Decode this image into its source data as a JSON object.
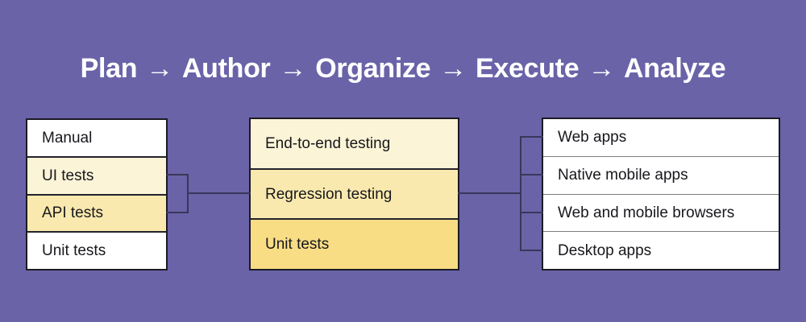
{
  "title": {
    "steps": [
      "Plan",
      "Author",
      "Organize",
      "Execute",
      "Analyze"
    ],
    "arrow": "→"
  },
  "colors": {
    "background": "#6A63A8",
    "title_text": "#FFFFFF",
    "box_border": "#1B1A23",
    "box_divider": "#23222C",
    "row_divider_gray": "#7D7D7D",
    "connector": "#3A3659",
    "text": "#17171C",
    "row_white": "#FFFFFF",
    "row_cream": "#FBF4D7",
    "row_light_yellow": "#FAE9AE",
    "row_yellow": "#F9DD85"
  },
  "left_box": {
    "rows": [
      {
        "label": "Manual",
        "bg": "#FFFFFF"
      },
      {
        "label": "UI tests",
        "bg": "#FBF4D7"
      },
      {
        "label": "API tests",
        "bg": "#FAE9AE"
      },
      {
        "label": "Unit tests",
        "bg": "#FFFFFF"
      }
    ]
  },
  "middle_box": {
    "rows": [
      {
        "label": "End-to-end testing",
        "bg": "#FBF4D7"
      },
      {
        "label": "Regression testing",
        "bg": "#FAE9AE"
      },
      {
        "label": "Unit tests",
        "bg": "#F9DD85"
      }
    ]
  },
  "right_box": {
    "rows": [
      {
        "label": "Web apps",
        "bg": "#FFFFFF"
      },
      {
        "label": "Native mobile apps",
        "bg": "#FFFFFF"
      },
      {
        "label": "Web and mobile browsers",
        "bg": "#FFFFFF"
      },
      {
        "label": "Desktop apps",
        "bg": "#FFFFFF"
      }
    ]
  }
}
